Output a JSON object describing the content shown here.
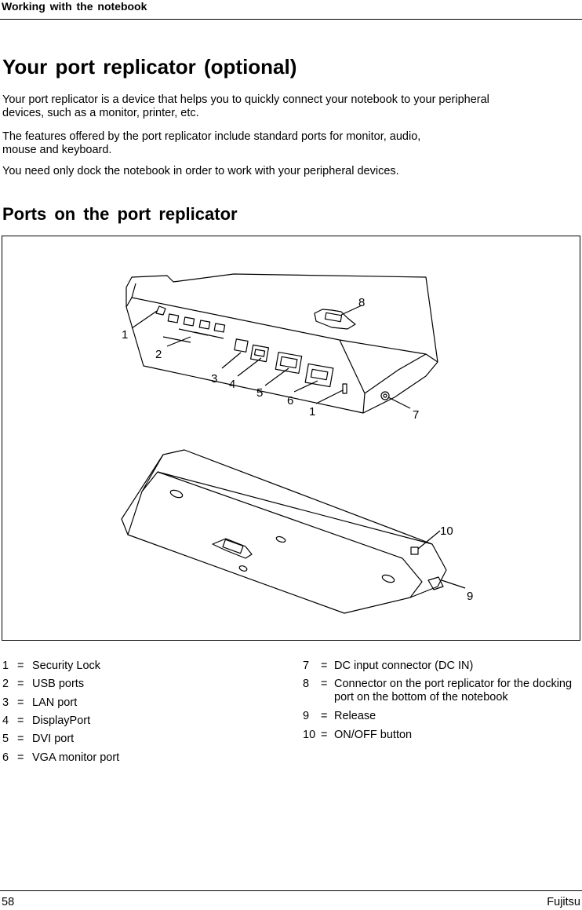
{
  "header": {
    "title": "Working with the notebook"
  },
  "section": {
    "title": "Your port replicator (optional)",
    "paragraphs": [
      "Your port replicator is a device that helps you to quickly connect your notebook to your peripheral devices, such as a monitor, printer, etc.",
      "The features offered by the port replicator include standard ports for monitor, audio, mouse and keyboard.",
      "You need only dock the notebook in order to work with your peripheral devices."
    ]
  },
  "subsection": {
    "title": "Ports on the port replicator"
  },
  "figure": {
    "callouts": [
      "1",
      "2",
      "3",
      "4",
      "5",
      "6",
      "1",
      "7",
      "8",
      "10",
      "9"
    ]
  },
  "legend": {
    "left": [
      {
        "num": "1",
        "eq": "=",
        "text": "Security Lock"
      },
      {
        "num": "2",
        "eq": "=",
        "text": "USB ports"
      },
      {
        "num": "3",
        "eq": "=",
        "text": "LAN port"
      },
      {
        "num": "4",
        "eq": "=",
        "text": "DisplayPort"
      },
      {
        "num": "5",
        "eq": "=",
        "text": "DVI port"
      },
      {
        "num": "6",
        "eq": "=",
        "text": "VGA monitor port"
      }
    ],
    "right": [
      {
        "num": "7",
        "eq": "=",
        "text": "DC input connector (DC IN)"
      },
      {
        "num": "8",
        "eq": "=",
        "text": "Connector on the port replicator for the docking port on the bottom of the notebook"
      },
      {
        "num": "9",
        "eq": "=",
        "text": "Release"
      },
      {
        "num": "10",
        "eq": "=",
        "text": "ON/OFF button"
      }
    ]
  },
  "footer": {
    "page": "58",
    "brand": "Fujitsu"
  }
}
